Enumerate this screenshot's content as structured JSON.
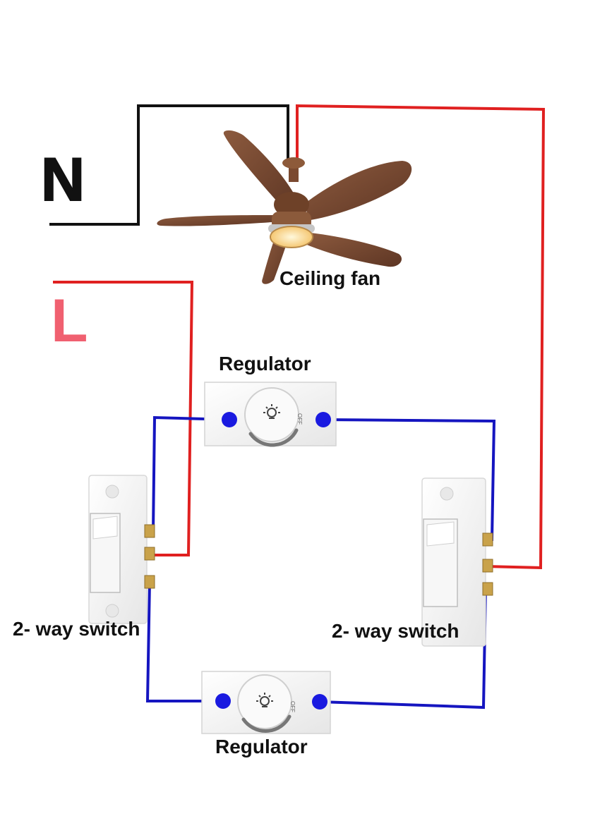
{
  "labels": {
    "neutral": "N",
    "live": "L",
    "ceiling_fan": "Ceiling fan",
    "regulator_top": "Regulator",
    "regulator_bottom": "Regulator",
    "switch_left": "2- way switch",
    "switch_right": "2- way switch",
    "regulator_dial_mark": "OFF"
  },
  "colors": {
    "neutral_wire": "#111111",
    "live_wire": "#e02020",
    "switched_wire": "#1515c0",
    "terminal_dot": "#1a1ae0",
    "live_letter": "#f06070",
    "fan_blade": "#7a4a32",
    "fan_blade_dark": "#5a3220",
    "fan_light": "#ffe7b0",
    "plate": "#f2f2f2",
    "plate_edge": "#d8d8d8",
    "screw": "#c9a24a"
  },
  "icons": {
    "regulator_dial": "dial-icon",
    "regulator_bulb": "bulb-icon",
    "switch_rocker": "rocker-switch-icon",
    "fan": "ceiling-fan-icon"
  }
}
